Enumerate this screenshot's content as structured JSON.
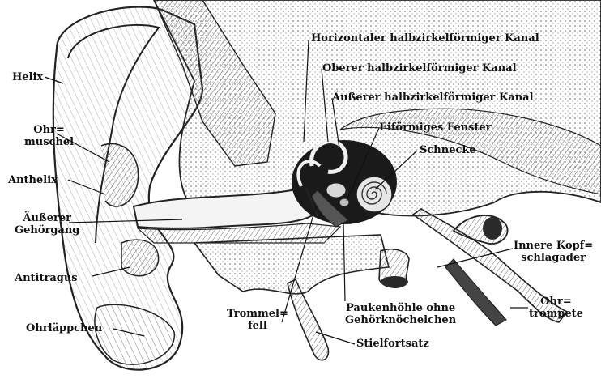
{
  "labels": {
    "helix": "Helix",
    "ohrmuschel_1": "Ohr=",
    "ohrmuschel_2": "muschel",
    "anthelix": "Anthelix",
    "gehoergang_1": "Äußerer",
    "gehoergang_2": "Gehörgang",
    "antitragus": "Antitragus",
    "ohrlaeppchen": "Ohrläppchen",
    "horizontaler_kanal": "Horizontaler halbzirkelförmiger Kanal",
    "oberer_kanal": "Oberer halbzirkelförmiger Kanal",
    "aeusserer_kanal": "Äußerer halbzirkelförmiger Kanal",
    "eifoermiges_fenster": "Eiförmiges Fenster",
    "schnecke": "Schnecke",
    "kopfschlagader_1": "Innere Kopf=",
    "kopfschlagader_2": "schlagader",
    "ohrtrompete_1": "Ohr=",
    "ohrtrompete_2": "trompete",
    "trommelfell_1": "Trommel=",
    "trommelfell_2": "fell",
    "paukenhoehle_1": "Paukenhöhle ohne",
    "paukenhoehle_2": "Gehörknöchelchen",
    "stielfortsatz": "Stielfortsatz"
  },
  "colors": {
    "ink": "#111111",
    "paper": "#ffffff",
    "hatch": "#555555",
    "cavity": "#1a1a1a"
  }
}
